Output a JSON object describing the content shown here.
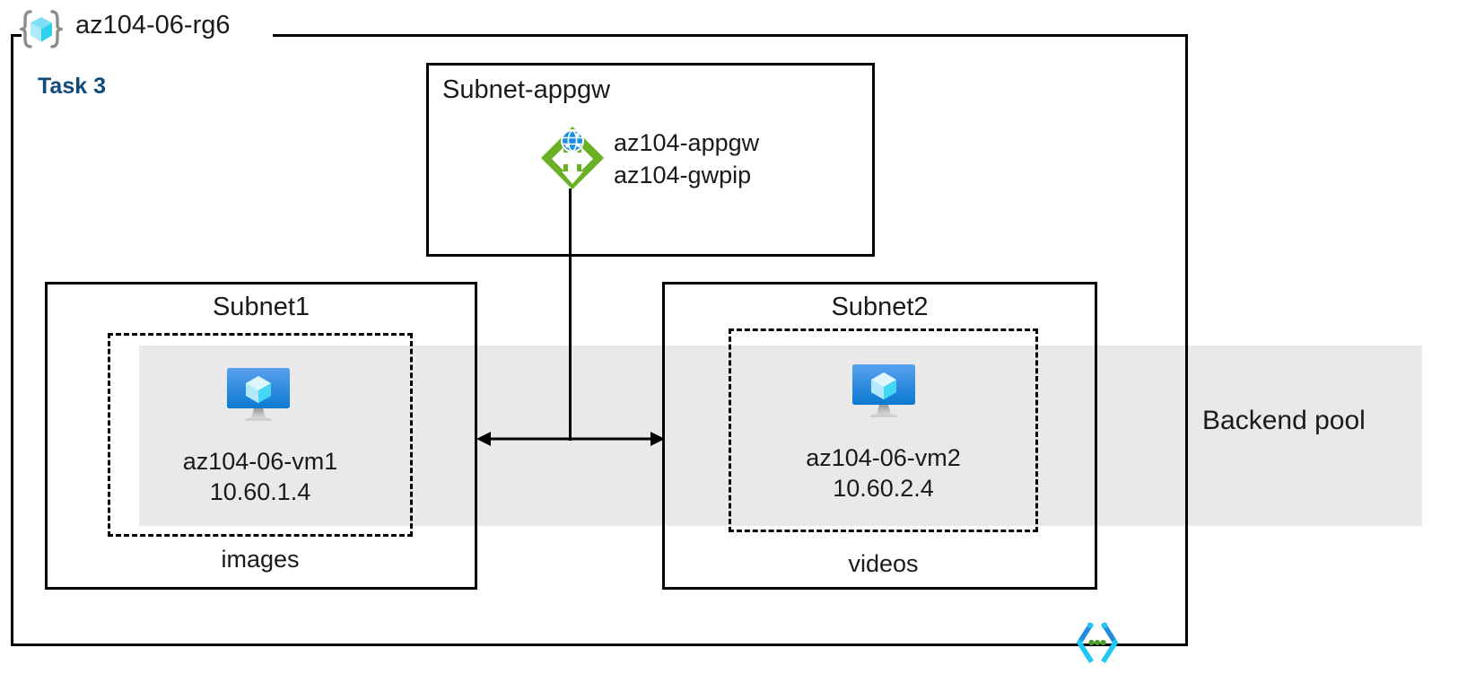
{
  "diagram": {
    "title": "az104-06-rg6",
    "task_label": "Task 3",
    "resource_group_icon": "resource-group-cube-icon",
    "code_icon": "code-brackets-icon",
    "colors": {
      "task_text": "#0f4a7b",
      "backend_pool_band": "#e9e9e9",
      "border": "#000000",
      "appgw_green": "#6ab023",
      "vm_blue": "#1b8fe3",
      "cube_cyan": "#9ce8f7",
      "code_icon_cyan": "#21c8f6",
      "code_icon_blue": "#1f8ce0",
      "code_icon_green": "#4f9b28"
    }
  },
  "backend_pool": {
    "label": "Backend pool"
  },
  "subnet_appgw": {
    "title": "Subnet-appgw",
    "icon": "application-gateway-icon",
    "resources": [
      "az104-appgw",
      "az104-gwpip"
    ]
  },
  "subnet1": {
    "title": "Subnet1",
    "vm": {
      "icon": "virtual-machine-icon",
      "name": "az104-06-vm1",
      "ip": "10.60.1.4"
    },
    "app_label": "images"
  },
  "subnet2": {
    "title": "Subnet2",
    "vm": {
      "icon": "virtual-machine-icon",
      "name": "az104-06-vm2",
      "ip": "10.60.2.4"
    },
    "app_label": "videos"
  }
}
